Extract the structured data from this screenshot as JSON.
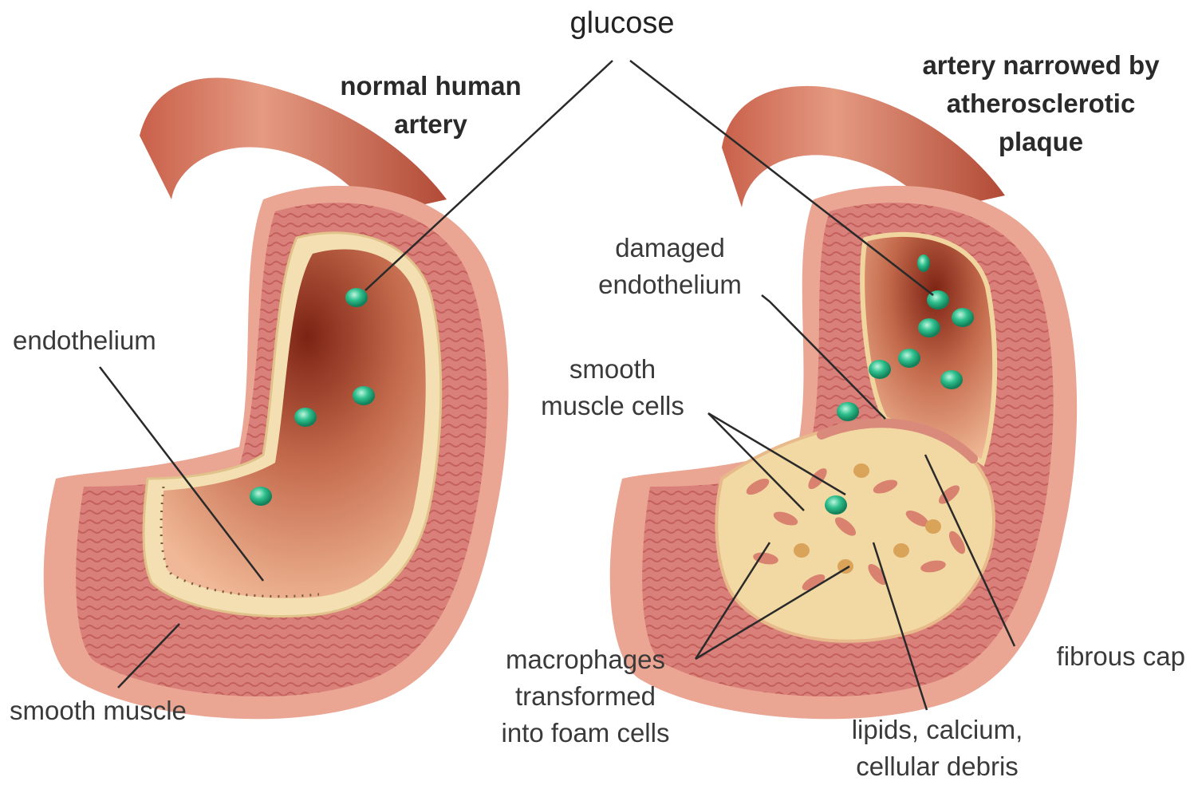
{
  "labels": {
    "glucose": "glucose",
    "normal_artery": [
      "normal human",
      "artery"
    ],
    "narrowed_artery": [
      "artery narrowed by",
      "atherosclerotic",
      "plaque"
    ],
    "endothelium": "endothelium",
    "smooth_muscle": "smooth muscle",
    "damaged_endothelium": [
      "damaged",
      "endothelium"
    ],
    "smooth_muscle_cells": [
      "smooth",
      "muscle cells"
    ],
    "macrophages": [
      "macrophages",
      "transformed",
      "into foam cells"
    ],
    "lipids": [
      "lipids, calcium,",
      "cellular debris"
    ],
    "fibrous_cap": "fibrous cap"
  },
  "colors": {
    "outer_wall": "#e8a08e",
    "muscle_layer": "#d97a72",
    "lumen_dark": "#8c2f1c",
    "lumen_light": "#e9a586",
    "endothelium": "#f1dcaa",
    "plaque": "#f2d9a3",
    "glucose": "#2fc08e",
    "leader_line": "#2a2a2a"
  }
}
